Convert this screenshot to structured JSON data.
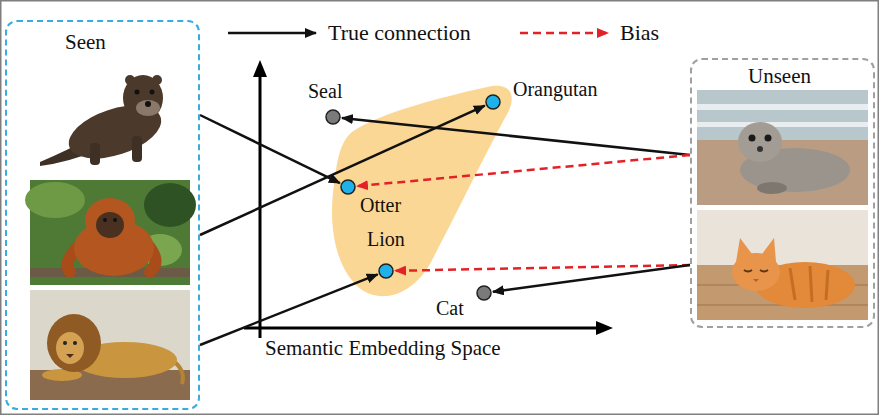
{
  "diagram": {
    "nodes": [
      {
        "text": [
          "Seen"
        ]
      },
      {
        "text": [
          "Seal"
        ]
      },
      {
        "text": [
          "Orangutan"
        ]
      },
      {
        "text": [
          "Otter"
        ]
      },
      {
        "text": [
          "Lion"
        ]
      },
      {
        "text": [
          "Cat"
        ]
      },
      {
        "text": [
          "Unseen"
        ]
      }
    ],
    "edges": [
      {
        "from": 0,
        "to": 3,
        "arrow": "to"
      },
      {
        "from": 0,
        "to": 2,
        "arrow": "to"
      },
      {
        "from": 0,
        "to": 4,
        "arrow": "to"
      },
      {
        "from": 6,
        "to": 1,
        "arrow": "to"
      },
      {
        "from": 6,
        "to": 3,
        "arrow": "to"
      },
      {
        "from": 6,
        "to": 4,
        "arrow": "to"
      },
      {
        "from": 6,
        "to": 5,
        "arrow": "to"
      }
    ],
    "labels": [
      "Semantic Embedding Space"
    ],
    "legend": [
      {
        "text": "True connection"
      },
      {
        "text": "Bias"
      }
    ]
  }
}
